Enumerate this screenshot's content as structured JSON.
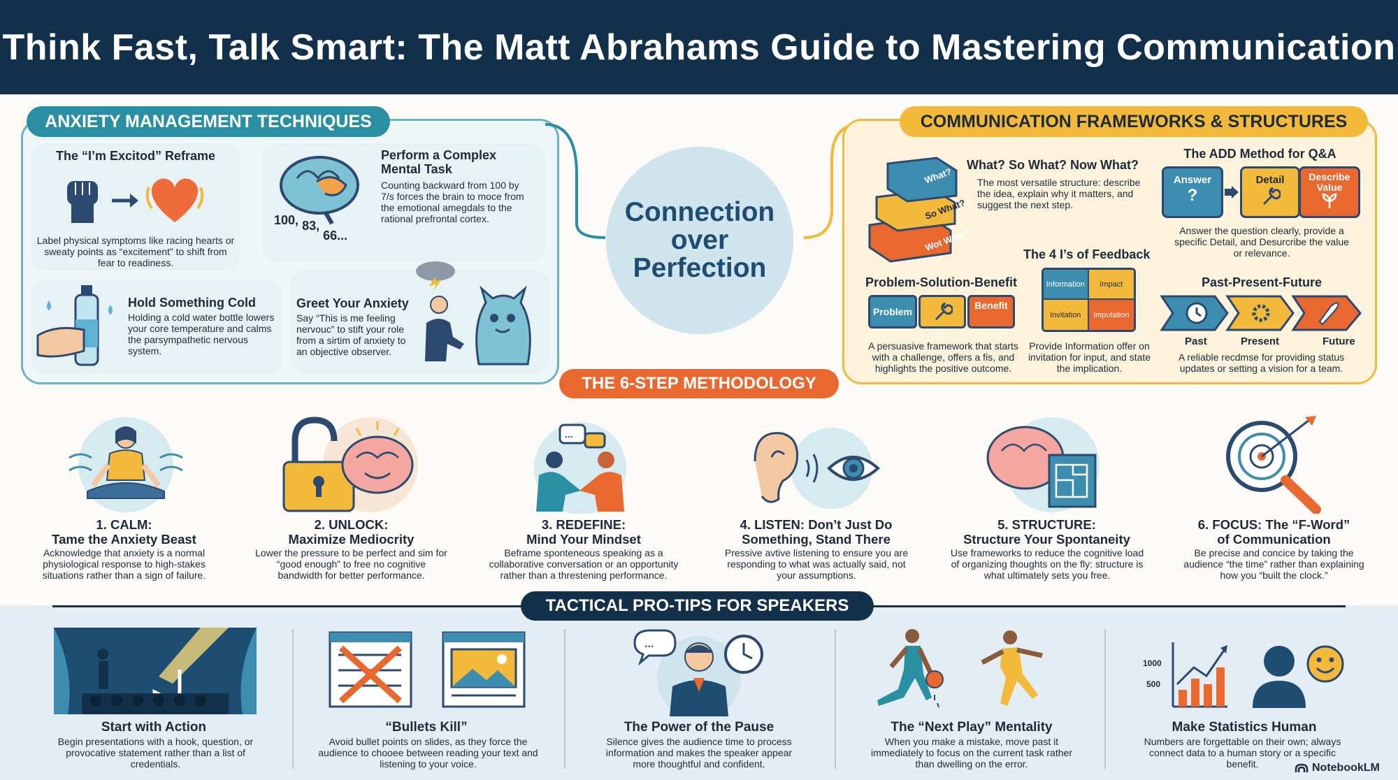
{
  "header": {
    "title": "Think Fast, Talk Smart: The Matt Abrahams Guide to Mastering Communication"
  },
  "anxiety": {
    "heading": "ANXIETY MANAGEMENT TECHNIQUES",
    "reframe": {
      "title": "The “I’m Excitod” Reframe",
      "desc": "Label physical symptoms like racing hearts or sweaty points as “excitement” to shift from fear to readiness."
    },
    "mental_task": {
      "title": "Perform a Complex Mental Task",
      "desc": "Counting backward from 100 by 7/s forces the brain to moce from the emotional amegdals to the rational prefrontal cortex.",
      "numbers": [
        "100,",
        "83,",
        "66..."
      ]
    },
    "cold": {
      "title": "Hold Something Cold",
      "desc": "Holding a cold water bottle lowers your core temperature and calms the parsympathetic nervous system."
    },
    "greet": {
      "title": "Greet Your Anxiety",
      "desc": "Say “This is me feeling nervouc” to stift your role from a sirtim of anxiety to an objective observer."
    }
  },
  "center": {
    "line1": "Connection",
    "line2": "over",
    "line3": "Perfection"
  },
  "frameworks": {
    "heading": "COMMUNICATION FRAMEWORKS & STRUCTURES",
    "what": {
      "title": "What? So What? Now What?",
      "desc": "The most versatile structure: describe the idea, explain why it matters, and suggest the next step.",
      "blocks": [
        "What?",
        "So What?",
        "Wot What?"
      ]
    },
    "add": {
      "title": "The ADD Method for Q&A",
      "labels": [
        "Answer",
        "Detail",
        "Describe Value"
      ],
      "answer_mark": "?",
      "desc": "Answer the question clearly, provide a specific Detail, and Desurcribe the value or relevance."
    },
    "four_is": {
      "title": "The 4 I’s of Feedback",
      "pieces": [
        "Information",
        "Impact",
        "Invitation",
        "Imputation"
      ],
      "desc": "Provide Information offer on invitation for input, and state the implication."
    },
    "psb": {
      "title": "Problem-Solution-Benefit",
      "labels": [
        "Problem",
        "Benefit"
      ],
      "desc": "A persuasive framework that starts with a challenge, offers a fis, and highlights the positive outcome."
    },
    "ppf": {
      "title": "Past-Present-Future",
      "labels": [
        "Past",
        "Present",
        "Future"
      ],
      "desc": "A reliable recdmse for providing status updates or setting a vision for a team."
    }
  },
  "method": {
    "heading": "THE 6-STEP METHODOLOGY",
    "steps": [
      {
        "title": "1. CALM:\nTame the Anxiety Beast",
        "desc": "Acknowledge that anxiety is a normal physiological response to high-stakes situations rather than a sign of failure."
      },
      {
        "title": "2. UNLOCK:\nMaximize Mediocrity",
        "desc": "Lower the pressure to be perfect and sim for “good enough” to free no cognitive bandwidth for better performance."
      },
      {
        "title": "3. REDEFINE:\nMind Your Mindset",
        "desc": "Beframe sponteneous speaking as a collaborative conversation or an opportunity rather than a threstening performance."
      },
      {
        "title": "4. LISTEN: Don’t Just Do\nSomething, Stand There",
        "desc": "Pressive avtive listening to ensure you are responding to what was actually said, not your assumptions."
      },
      {
        "title": "5. STRUCTURE:\nStructure Your Spontaneity",
        "desc": "Use frameworks to reduce the cognitive load of organizing thoughts on the fly: structure is what ultimately sets you free."
      },
      {
        "title": "6. FOCUS: The “F-Word”\nof Communication",
        "desc": "Be precise and concice by taking the audience “the time” rather than explaining how you “built the clock.”"
      }
    ]
  },
  "tips": {
    "heading": "TACTICAL PRO-TIPS FOR SPEAKERS",
    "items": [
      {
        "title": "Start with Action",
        "desc": "Begin presentations with a hook, question, or provocative statement rather than a list of credentials."
      },
      {
        "title": "“Bullets Kill”",
        "desc": "Avoid bullet points on slides, as they force the audience to chooee between reading your text and listening to your voice."
      },
      {
        "title": "The Power of the Pause",
        "desc": "Silence gives the audience time to process information and makes the speaker appear more thoughtful and confident."
      },
      {
        "title": "The “Next Play” Mentality",
        "desc": "When you make a mistake, move past it immediately to focus on the current task rather than dwelling on the error."
      },
      {
        "title": "Make Statistics Human",
        "desc": "Numbers are forgettable on their own; always connect data to a human story or a specific benefit."
      }
    ],
    "chart_ticks": [
      "1000",
      "500"
    ]
  },
  "brand": {
    "name": "NotebookLM"
  },
  "colors": {
    "navy": "#13304a",
    "teal": "#2b8fa3",
    "gold": "#f3b93a",
    "orange": "#e86a3a",
    "panel_teal": "#eef6f7",
    "panel_gold": "#fdf3dc"
  }
}
